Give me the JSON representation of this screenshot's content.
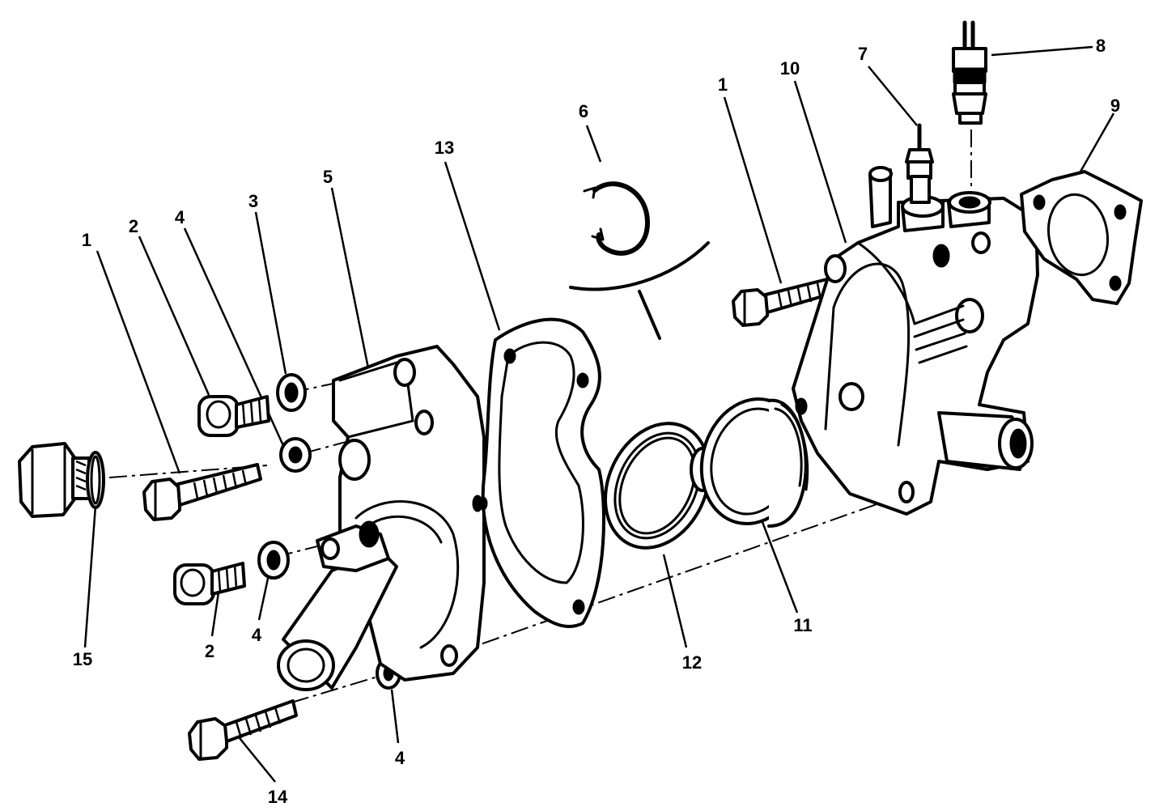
{
  "callouts": [
    {
      "id": "c1a",
      "label": "1"
    },
    {
      "id": "c2a",
      "label": "2"
    },
    {
      "id": "c4a",
      "label": "4"
    },
    {
      "id": "c3",
      "label": "3"
    },
    {
      "id": "c5",
      "label": "5"
    },
    {
      "id": "c13",
      "label": "13"
    },
    {
      "id": "c6",
      "label": "6"
    },
    {
      "id": "c1b",
      "label": "1"
    },
    {
      "id": "c10",
      "label": "10"
    },
    {
      "id": "c7",
      "label": "7"
    },
    {
      "id": "c8",
      "label": "8"
    },
    {
      "id": "c9",
      "label": "9"
    },
    {
      "id": "c15",
      "label": "15"
    },
    {
      "id": "c2b",
      "label": "2"
    },
    {
      "id": "c4b",
      "label": "4"
    },
    {
      "id": "c12",
      "label": "12"
    },
    {
      "id": "c11",
      "label": "11"
    },
    {
      "id": "c4c",
      "label": "4"
    },
    {
      "id": "c14",
      "label": "14"
    }
  ]
}
